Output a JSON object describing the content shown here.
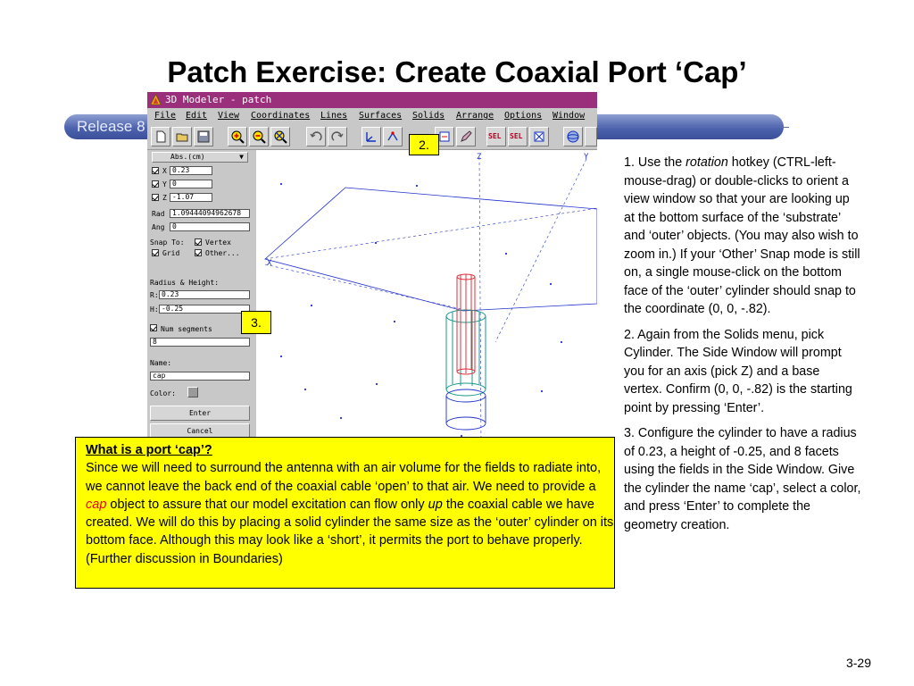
{
  "slide": {
    "title": "Patch Exercise: Create Coaxial Port ‘Cap’",
    "release_label": "Release 8",
    "page_number": "3-29"
  },
  "window": {
    "title": "3D Modeler - patch",
    "title_bar_color": "#9a2f7c"
  },
  "menu": [
    "File",
    "Edit",
    "View",
    "Coordinates",
    "Lines",
    "Surfaces",
    "Solids",
    "Arrange",
    "Options",
    "Window"
  ],
  "toolbar": {
    "icons": [
      "new-file-icon",
      "open-folder-icon",
      "save-icon",
      "zoom-in-icon",
      "zoom-out-icon",
      "fit-view-icon",
      "undo-icon",
      "redo-icon",
      "axes-icon",
      "select-vertex-icon",
      "select-icon",
      "edit-icon",
      "color-icon"
    ],
    "sel_labels": [
      "SEL",
      "SEL"
    ]
  },
  "side_panel": {
    "units": "Abs.(cm)",
    "x_label": "X",
    "x_value": "0.23",
    "y_label": "Y",
    "y_value": "0",
    "z_label": "Z",
    "z_value": "-1.07",
    "rad_label": "Rad",
    "rad_value": "1.09444094962678",
    "ang_label": "Ang",
    "ang_value": "0",
    "snap_to_label": "Snap To:",
    "snap_grid": "Grid",
    "snap_vertex": "Vertex",
    "snap_other": "Other...",
    "radius_height_label": "Radius & Height:",
    "r_label": "R:",
    "r_value": "0.23",
    "h_label": "H:",
    "h_value": "-0.25",
    "num_segments_label": "Num segments",
    "num_segments_value": "8",
    "name_label": "Name:",
    "name_value": "cap",
    "color_label": "Color:",
    "enter_button": "Enter",
    "cancel_button": "Cancel"
  },
  "viewport": {
    "axis_x": "X",
    "axis_y": "Y",
    "axis_z": "Z"
  },
  "callouts": {
    "step2": "2.",
    "step3": "3."
  },
  "note": {
    "heading": "What is a port ‘cap’?",
    "text_1": "Since we will need to surround the antenna with an air volume for the fields to radiate into, we cannot leave the back end of the coaxial cable ‘open’ to that air.  We need to provide a ",
    "cap_word": "cap",
    "text_2": " object to assure that our model excitation can flow only ",
    "up_word": "up",
    "text_3": " the coaxial cable we have created.  We will do this by placing a solid cylinder the same size as the ‘outer’ cylinder on its bottom face.  Although this may look like a ‘short’, it permits the port to behave properly.  (Further discussion in Boundaries)"
  },
  "instructions": {
    "step1_pre": "1.  Use the ",
    "step1_italic": "rotation",
    "step1_post": " hotkey (CTRL-left-mouse-drag) or double-clicks to orient a view window so that your are looking up at the bottom surface of the ‘substrate’ and ‘outer’ objects.  (You may also wish to zoom in.)  If your ‘Other’ Snap mode is still on, a single mouse-click on the bottom face of the ‘outer’ cylinder should snap to the coordinate (0, 0, -.82).",
    "step2": "2.  Again from the Solids menu, pick Cylinder.  The Side Window will prompt you for an axis (pick Z) and a base vertex.  Confirm (0, 0, -.82) is the starting point by pressing ‘Enter’.",
    "step3": "3.  Configure the cylinder to have a radius of 0.23, a height of -0.25, and 8 facets using the fields in the Side Window.  Give the cylinder the name ‘cap’, select a color, and press ‘Enter’ to complete the geometry creation."
  },
  "colors": {
    "callout_fill": "#ffff00",
    "emphasis_red": "#e8001c",
    "wire_blue": "#2233cc",
    "wire_red": "#e0303a",
    "wire_teal": "#1a9a8a"
  }
}
